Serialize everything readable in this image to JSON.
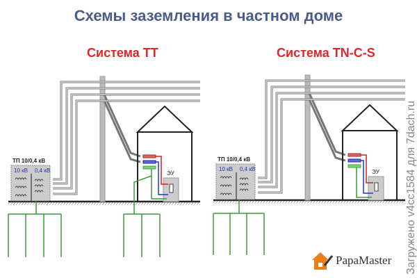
{
  "title": "Схемы заземления в частном доме",
  "left": {
    "system": "Система TT",
    "substation": "ТП 10/0,4 кВ",
    "hv": "10 кВ",
    "lv": "0,4 кВ",
    "device": "ЭУ"
  },
  "right": {
    "system": "Система TN-C-S",
    "substation": "ТП 10/0,4 кВ",
    "hv": "10 кВ",
    "lv": "0,4 кВ",
    "device": "ЭУ"
  },
  "logo": {
    "brand": "PapaMaster"
  },
  "watermark": "Загружено v4cc1584 для 7dach.ru",
  "colors": {
    "title": "#4a5b8c",
    "system": "#e0262a",
    "ground": "#3a9a3a",
    "phase": "#cc2222",
    "neutral": "#2233cc"
  }
}
